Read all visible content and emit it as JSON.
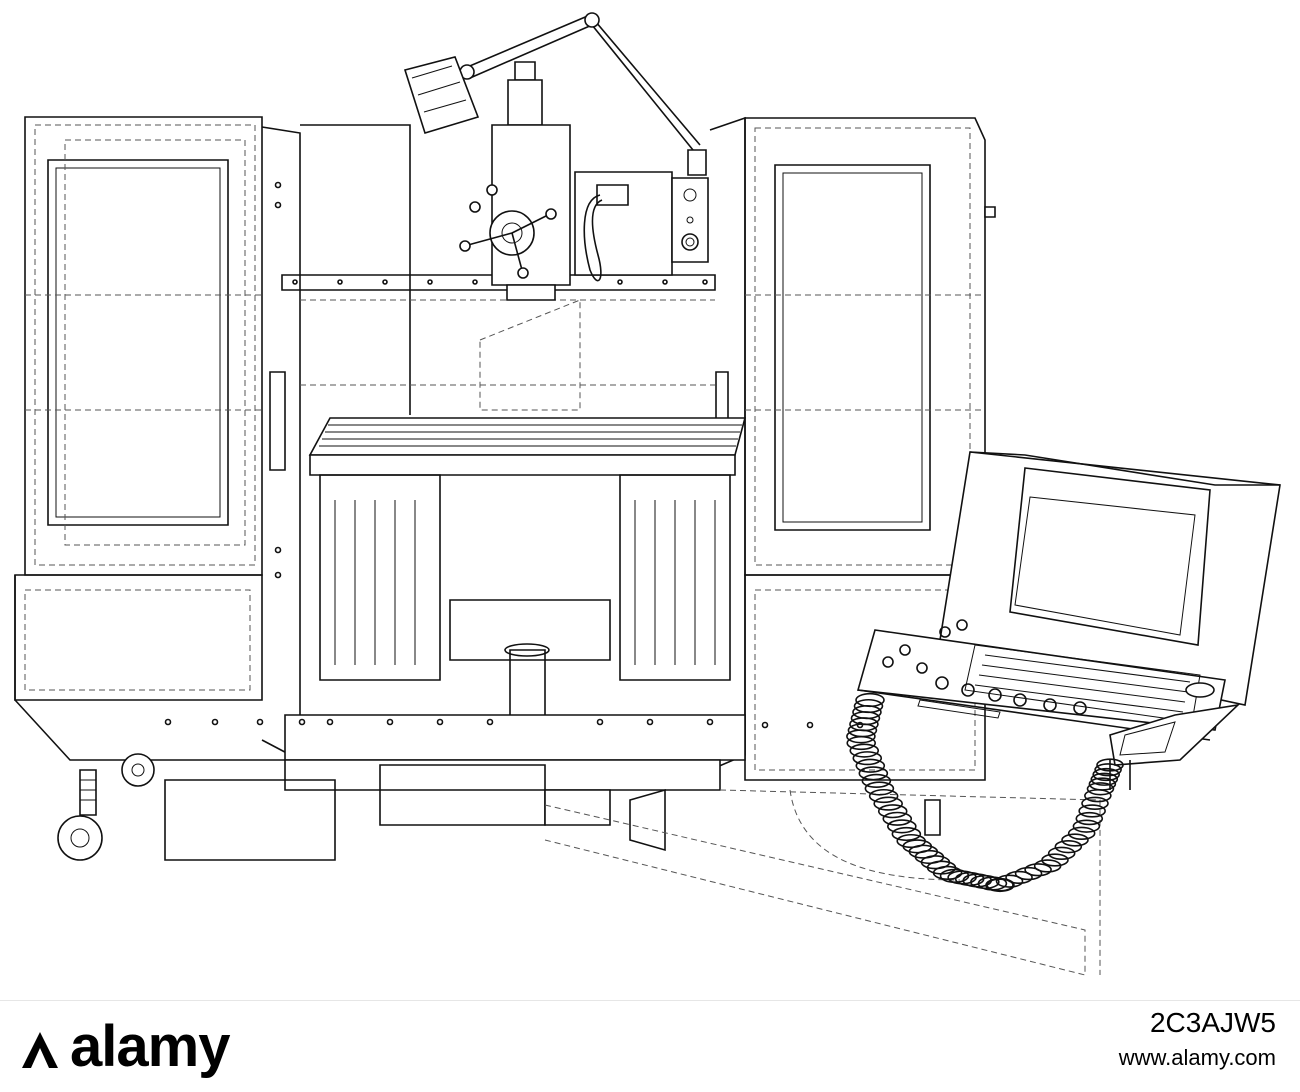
{
  "watermark": {
    "brand": "alamy",
    "image_id": "2C3AJW5",
    "url": "www.alamy.com"
  },
  "colors": {
    "line": "#111111",
    "hidden_line": "#555555",
    "background": "#ffffff"
  }
}
